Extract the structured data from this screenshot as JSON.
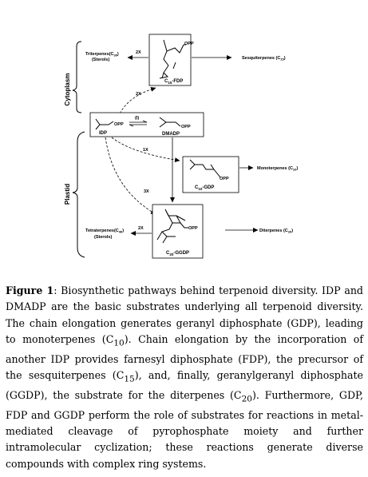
{
  "figure": {
    "labels": {
      "cytoplasm": "Cytoplasm",
      "plastid": "Plastid",
      "triterpenes": "Triterpenes(C",
      "triterpenes_sub": "30",
      "triterpenes_end": ")",
      "sterols_1": "(Sterols)",
      "sesquiterpenes": "Sesquiterpenes (C",
      "sesquiterpenes_sub": "15",
      "sesquiterpenes_end": ")",
      "fdp": "C",
      "fdp_sub": "15",
      "fdp_end": "-FDP",
      "idp": "IDP",
      "dmadp": "DMADP",
      "gdp": "C",
      "gdp_sub": "10",
      "gdp_end": "-GDP",
      "monoterpenes": "Monoterpenes (C",
      "monoterpenes_sub": "10",
      "monoterpenes_end": ")",
      "tetraterpenes": "Tetraterpenes(C",
      "tetraterpenes_sub": "40",
      "tetraterpenes_end": ")",
      "sterols_2": "(Sterols)",
      "ggdp": "C",
      "ggdp_sub": "20",
      "ggdp_end": "-GGDP",
      "diterpenes": "Diterpenes (C",
      "diterpenes_sub": "20",
      "diterpenes_end": ")",
      "opp": "OPP",
      "x2_tri": "2X",
      "x2_fdp": "2X",
      "x1": "1X",
      "x3": "3X",
      "x2_tetra": "2X",
      "isomerase": "(I)"
    }
  },
  "caption": {
    "figure_label": "Figure 1",
    "c10": "10",
    "c15": "15",
    "c20": "20",
    "p1": ": Biosynthetic pathways behind terpenoid diversity. IDP and DMADP are the basic substrates underlying all terpenoid diversity. The chain elongation generates geranyl diphosphate (GDP), leading to monoterpenes (C",
    "p2": "). Chain elongation by the incorporation of another IDP provides farnesyl diphosphate (FDP), the precursor of the sesquiterpenes (C",
    "p3": "), and, finally, geranylgeranyl diphosphate (GGDP), the substrate for the diterpenes (C",
    "p4": "). Furthermore, GDP, FDP and GGDP perform the role of substrates for reactions in metal-mediated cleavage of pyrophosphate moiety and further intramolecular cyclization; these reactions generate diverse compounds with complex ring systems."
  }
}
